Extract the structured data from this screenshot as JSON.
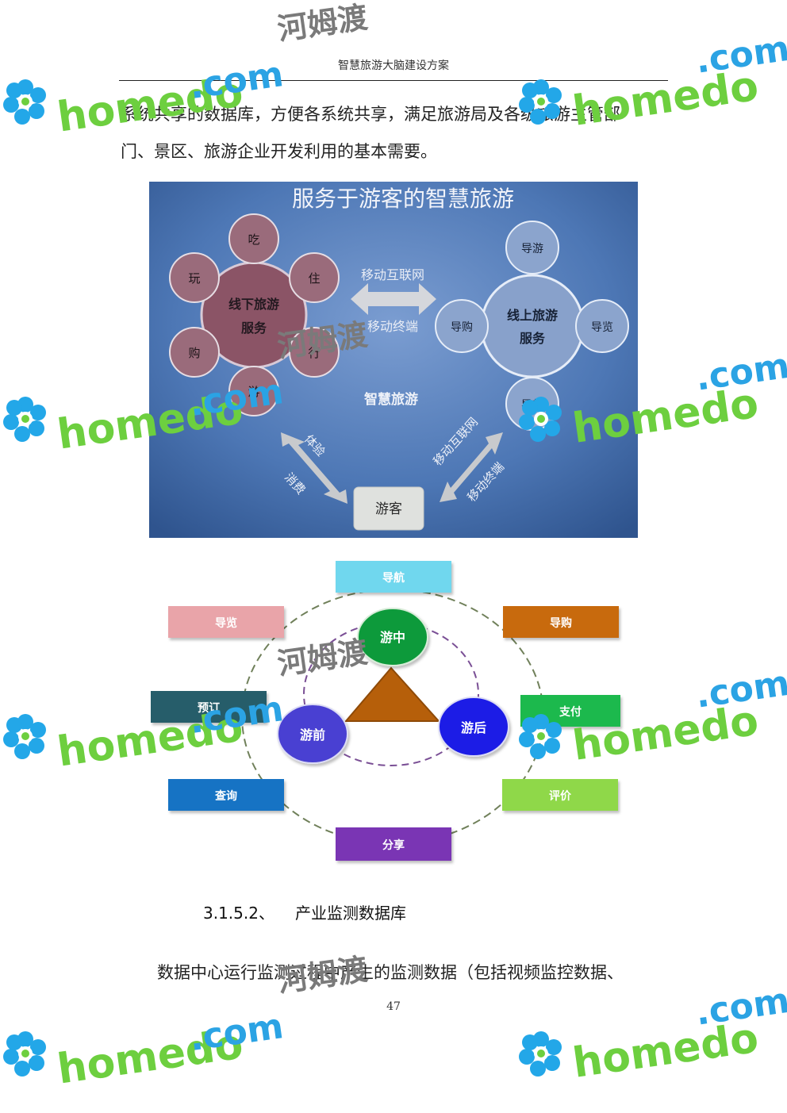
{
  "page": {
    "header": "智慧旅游大脑建设方案",
    "paragraph1_line1": "系统共享的数据库，方便各系统共享，满足旅游局及各级旅游主管部",
    "paragraph1_line2": "门、景区、旅游企业开发利用的基本需要。",
    "section_number": "3.1.5.2、",
    "section_title": "产业监测数据库",
    "paragraph2": "数据中心运行监测过程中产生的监测数据（包括视频监控数据、",
    "page_number": "47"
  },
  "diagram1": {
    "title": "服务于游客的智慧旅游",
    "offline_center": "线下旅游",
    "offline_center2": "服务",
    "offline_items": [
      "吃",
      "住",
      "行",
      "游",
      "购",
      "玩"
    ],
    "online_center": "线上旅游",
    "online_center2": "服务",
    "online_items": [
      "导游",
      "导览",
      "导航",
      "导购"
    ],
    "arrow_top_label": "移动互联网",
    "arrow_bottom_label": "移动终端",
    "center_label": "智慧旅游",
    "left_arrow_label1": "体验",
    "left_arrow_label2": "消费",
    "right_arrow_label1": "移动互联网",
    "right_arrow_label2": "移动终端",
    "tourist": "游客"
  },
  "diagram2": {
    "during": "游中",
    "before": "游前",
    "after": "游后",
    "boxes": {
      "navigation": "导航",
      "guide": "导览",
      "shopping": "导购",
      "booking": "预订",
      "payment": "支付",
      "query": "查询",
      "review": "评价",
      "share": "分享"
    }
  },
  "watermark": {
    "cn": "河姆渡",
    "en": "homedo",
    "dotcom": ".com"
  },
  "colors": {
    "diagram1_bg": "#3f6aa6",
    "offline_circle": "#8e5868",
    "online_circle": "#8aa2cc",
    "watermark_green": "#6dcf3f",
    "watermark_blue": "#1fa0e6"
  }
}
